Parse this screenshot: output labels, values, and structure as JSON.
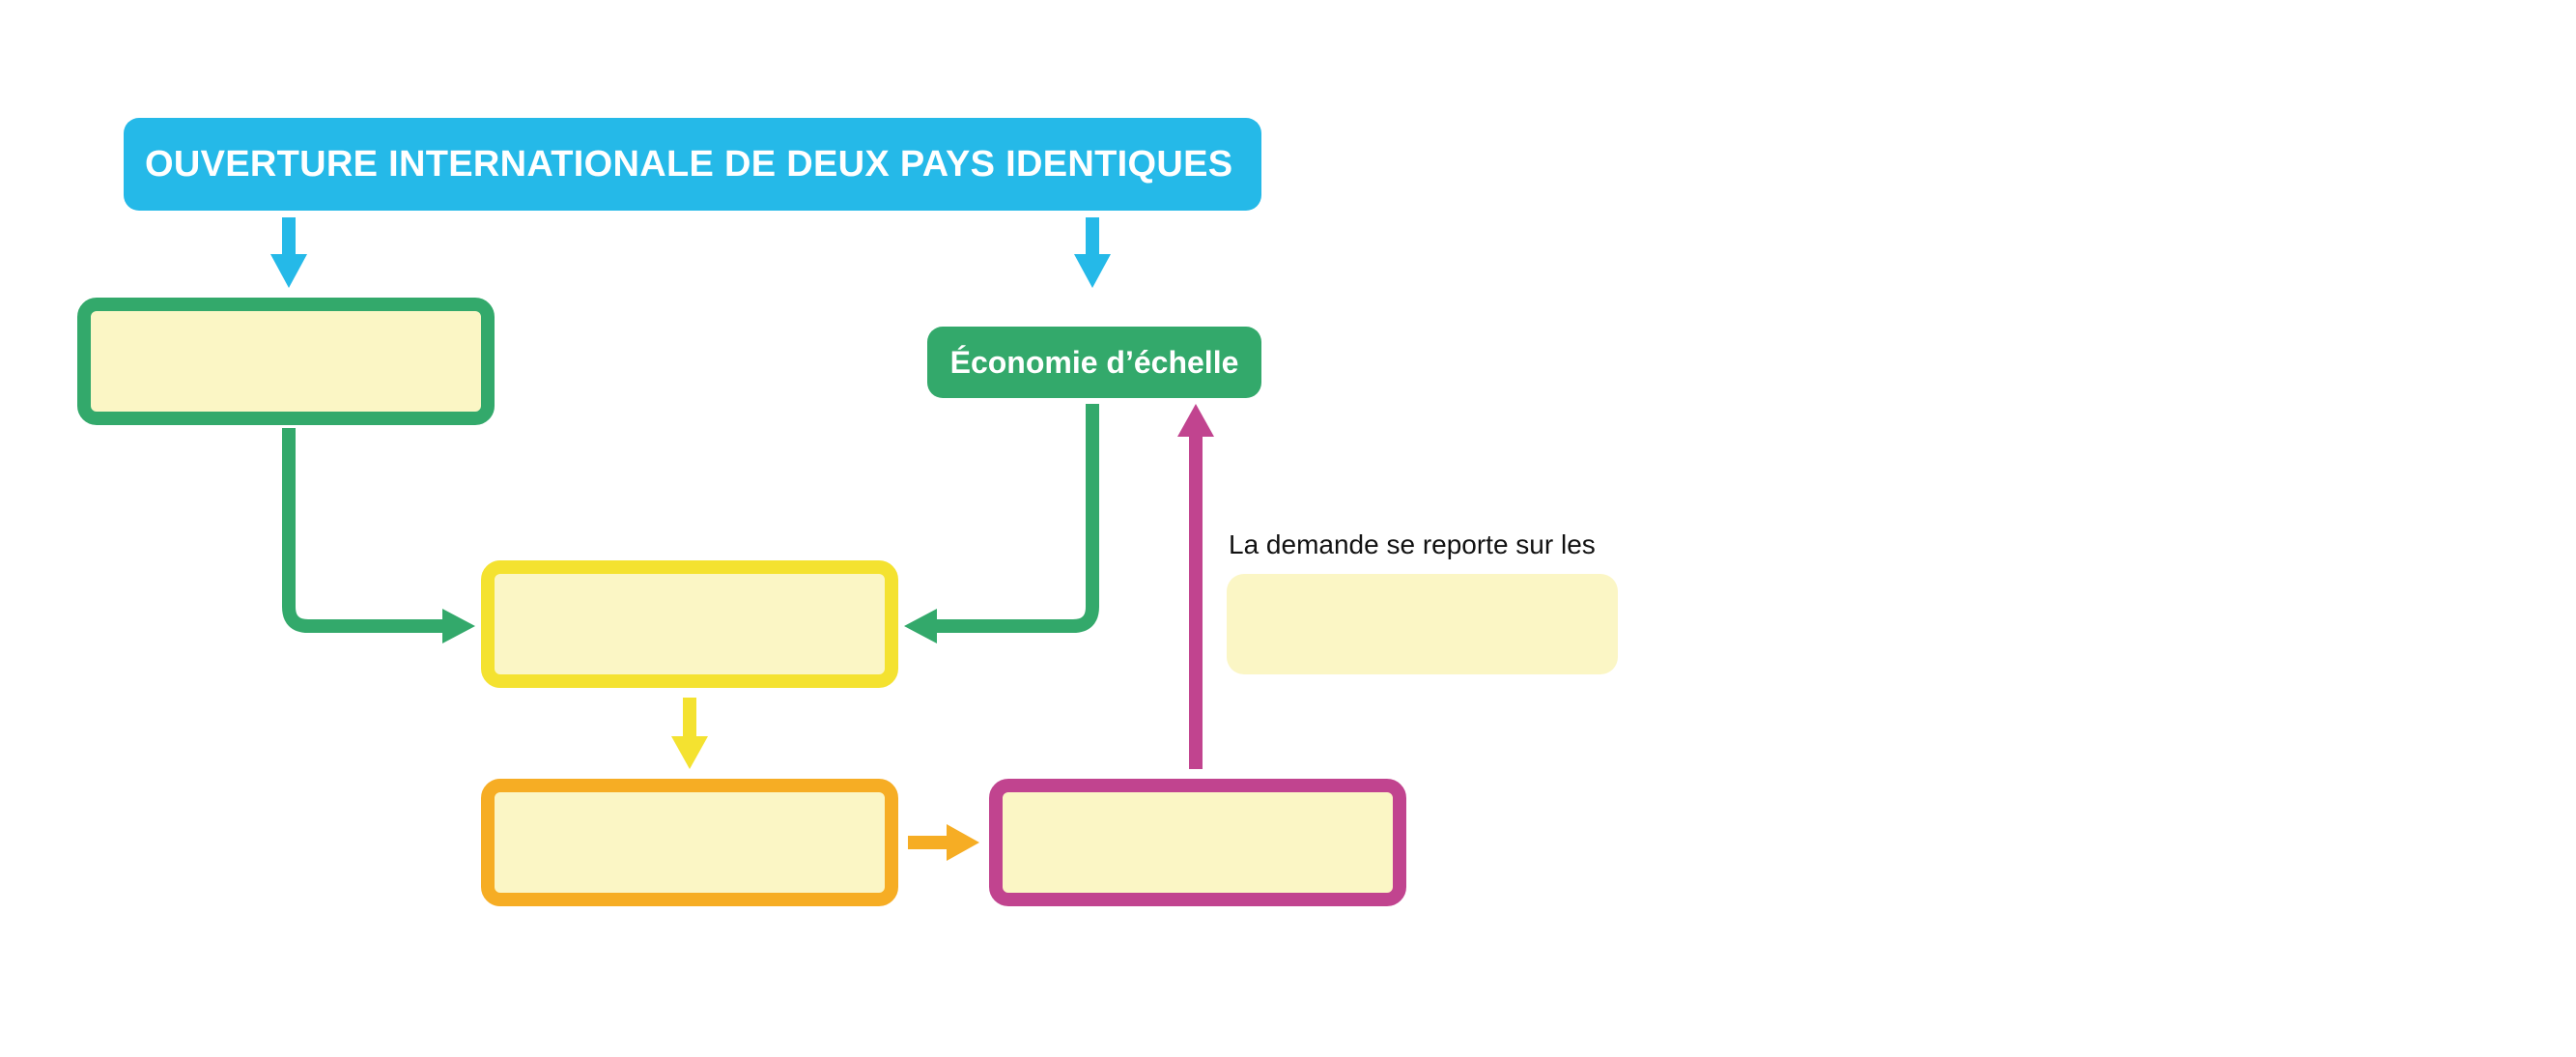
{
  "diagram": {
    "title": "OUVERTURE INTERNATIONALE DE DEUX PAYS IDENTIQUES",
    "economy_node": "Économie d’échelle",
    "demand_label": "La demande se reporte sur les",
    "colors": {
      "blue": "#25b9e8",
      "green": "#33a96b",
      "yellow": "#f4e230",
      "orange": "#f6ad24",
      "magenta": "#c1448f",
      "blank_fill": "#fbf6c5"
    }
  }
}
